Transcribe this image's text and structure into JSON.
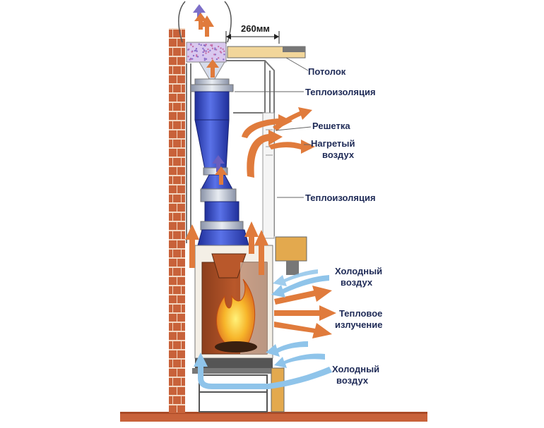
{
  "dimension": "260мм",
  "labels": {
    "ceiling": "Потолок",
    "insulation_top": "Теплоизоляция",
    "grille": "Решетка",
    "heated_air_1": "Нагретый",
    "heated_air_2": "воздух",
    "insulation_mid": "Теплоизоляция",
    "cold_air_top_1": "Холодный",
    "cold_air_top_2": "воздух",
    "radiation_1": "Тепловое",
    "radiation_2": "излучение",
    "cold_air_bottom_1": "Холодный",
    "cold_air_bottom_2": "воздух"
  },
  "colors": {
    "brick": "#c8623a",
    "mortar": "#f2d7c2",
    "flue": "#3a4fc8",
    "hot_arrow": "#e07b3c",
    "cold_arrow": "#8fc4ea",
    "insulation": "#f2d69a",
    "label": "#1f2b57"
  }
}
